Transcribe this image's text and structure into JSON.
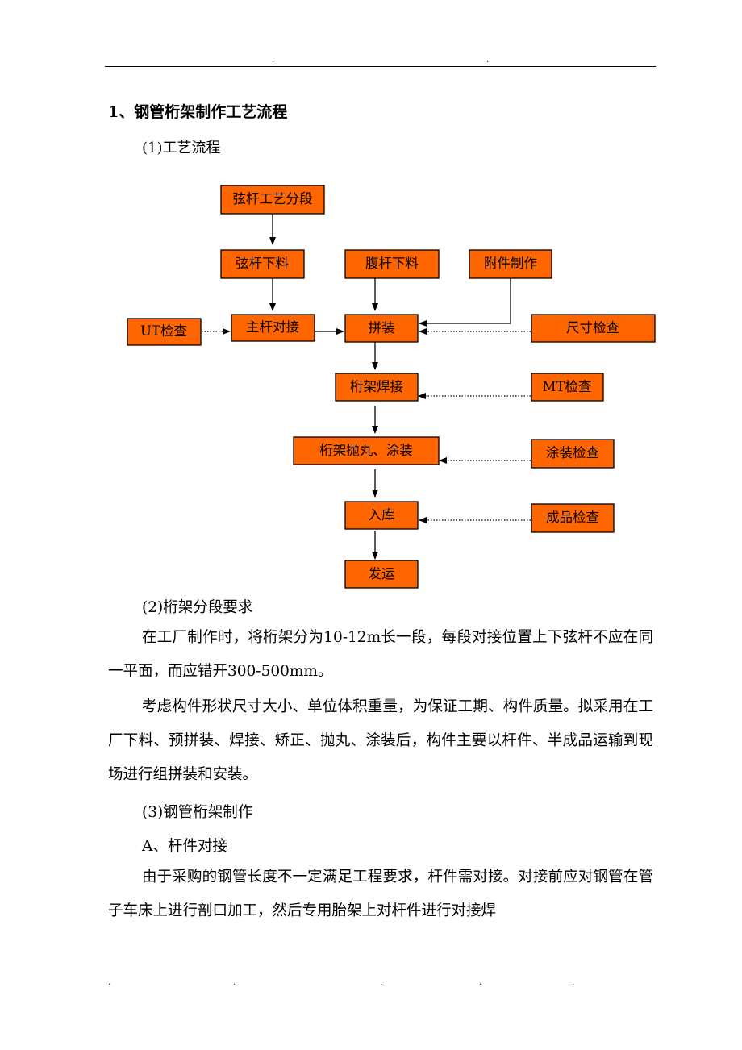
{
  "document": {
    "section_title": "1、钢管桁架制作工艺流程",
    "sub1": "(1)工艺流程",
    "sub2": "(2)桁架分段要求",
    "para1": "在工厂制作时，将桁架分为10-12m长一段，每段对接位置上下弦杆不应在同一平面，而应错开300-500mm。",
    "para2": "考虑构件形状尺寸大小、单位体积重量，为保证工期、构件质量。拟采用在工厂下料、预拼装、焊接、矫正、抛丸、涂装后，构件主要以杆件、半成品运输到现场进行组拼装和安装。",
    "sub3": "(3)钢管桁架制作",
    "subA": "A、杆件对接",
    "para3": "由于采购的钢管长度不一定满足工程要求，杆件需对接。对接前应对钢管在管子车床上进行剖口加工，然后专用胎架上对杆件进行对接焊"
  },
  "flowchart": {
    "box_color": "#ff6600",
    "nodes": {
      "segmentation": "弦杆工艺分段",
      "chord_cutting": "弦杆下料",
      "web_cutting": "腹杆下料",
      "attachment": "附件制作",
      "ut_check": "UT检查",
      "main_butt": "主杆对接",
      "assembly": "拼装",
      "dimension_check": "尺寸检查",
      "truss_welding": "桁架焊接",
      "mt_check": "MT检查",
      "blast_coat": "桁架抛丸、涂装",
      "coating_check": "涂装检查",
      "storage": "入库",
      "product_check": "成品检查",
      "shipping": "发运"
    }
  }
}
